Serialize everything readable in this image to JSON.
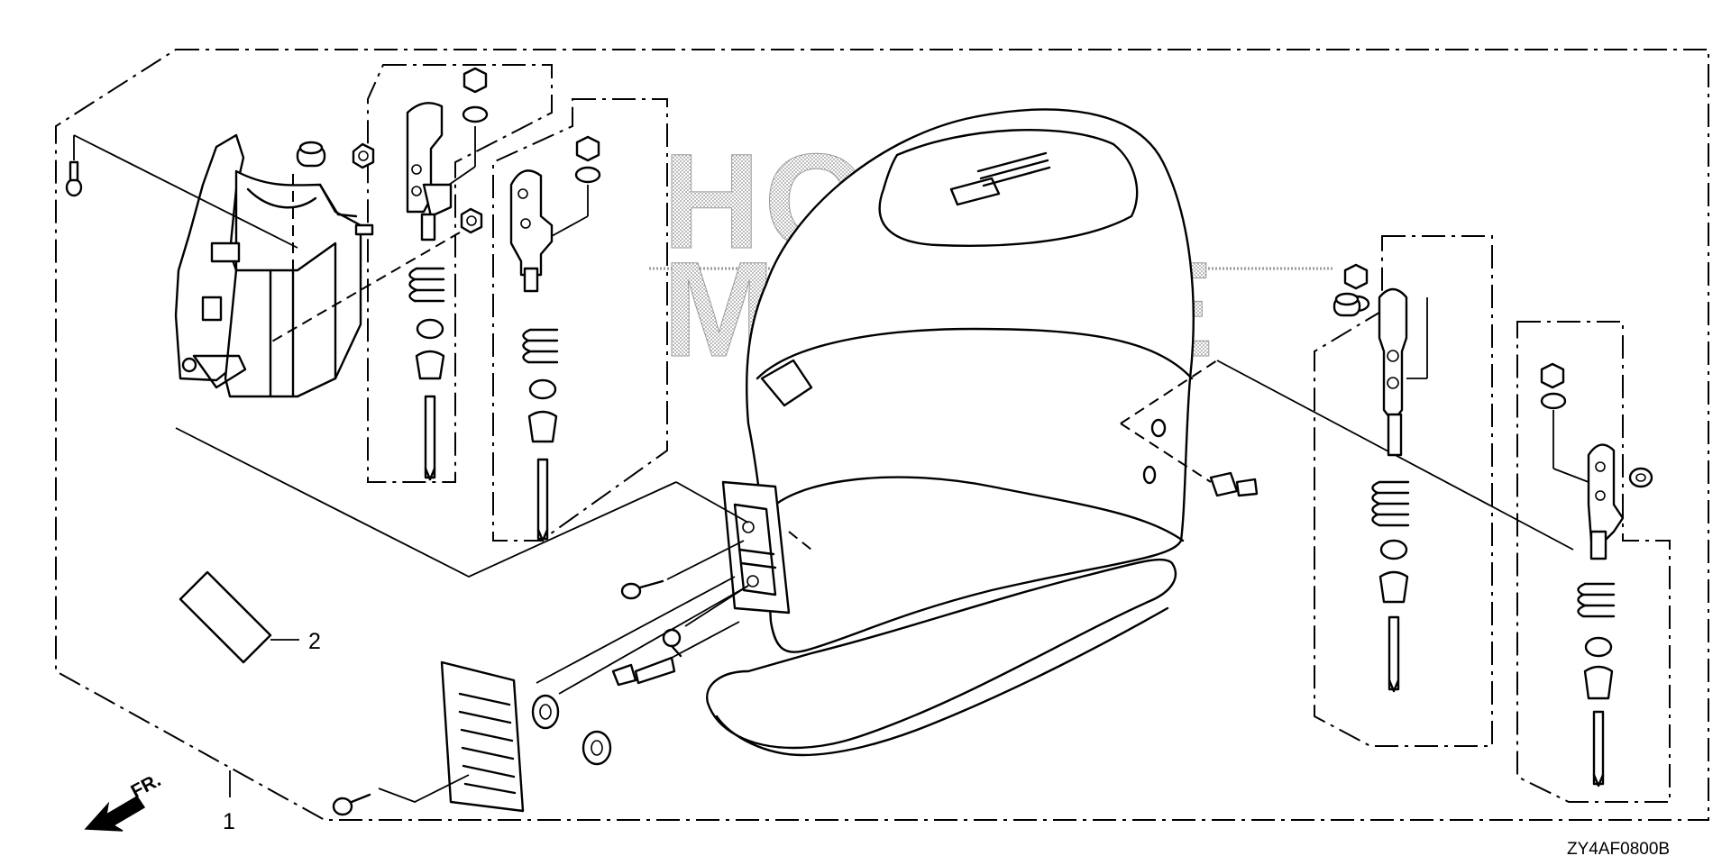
{
  "watermark": {
    "line1": "HONDA",
    "line2": "MARINE"
  },
  "callouts": [
    {
      "number": "1"
    },
    {
      "number": "2"
    }
  ],
  "direction_label": "FR.",
  "diagram_code": "ZY4AF0800B",
  "colors": {
    "ink": "#000000",
    "paper": "#ffffff",
    "watermark": "#9a9a9a"
  }
}
